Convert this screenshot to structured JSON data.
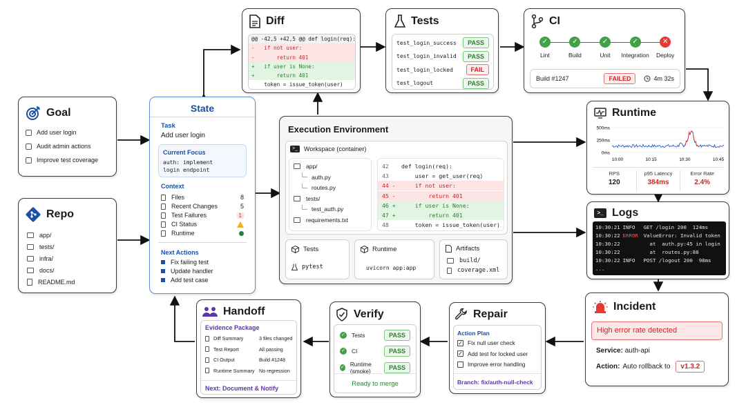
{
  "goal": {
    "title": "Goal",
    "items": [
      "Add user login",
      "Audit admin actions",
      "Improve test coverage"
    ]
  },
  "repo": {
    "title": "Repo",
    "items": [
      "app/",
      "tests/",
      "infra/",
      "docs/",
      "README.md"
    ]
  },
  "state": {
    "title": "State",
    "task_label": "Task",
    "task_value": "Add user login",
    "focus_label": "Current Focus",
    "focus_line1": "auth: implement",
    "focus_line2": "login endpoint",
    "context_label": "Context",
    "context": [
      {
        "label": "Files",
        "value": "8"
      },
      {
        "label": "Recent Changes",
        "value": "5"
      },
      {
        "label": "Test Failures",
        "value": "1"
      },
      {
        "label": "CI Status",
        "value": ""
      },
      {
        "label": "Runtime",
        "value": ""
      }
    ],
    "next_label": "Next Actions",
    "next": [
      "Fix failing test",
      "Update handler",
      "Add test case"
    ]
  },
  "diff": {
    "title": "Diff",
    "lines": [
      {
        "text": "@@ -42,5 +42,5 @@ def login(req):",
        "kind": "ctx"
      },
      {
        "text": "-   if not user:",
        "kind": "del"
      },
      {
        "text": "-       return 401",
        "kind": "del"
      },
      {
        "text": "+   if user is None:",
        "kind": "add"
      },
      {
        "text": "+       return 401",
        "kind": "add"
      },
      {
        "text": "    token = issue_token(user)",
        "kind": "ctx"
      }
    ]
  },
  "tests": {
    "title": "Tests",
    "rows": [
      {
        "name": "test_login_success",
        "status": "PASS"
      },
      {
        "name": "test_login_invalid",
        "status": "PASS"
      },
      {
        "name": "test_login_locked",
        "status": "FAIL"
      },
      {
        "name": "test_logout",
        "status": "PASS"
      }
    ]
  },
  "ci": {
    "title": "CI",
    "stages": [
      {
        "label": "Lint",
        "status": "ok"
      },
      {
        "label": "Build",
        "status": "ok"
      },
      {
        "label": "Unit",
        "status": "ok"
      },
      {
        "label": "Integration",
        "status": "ok"
      },
      {
        "label": "Deploy",
        "status": "fail"
      }
    ],
    "build": "Build #1247",
    "result": "FAILED",
    "duration": "4m 32s"
  },
  "exec": {
    "title": "Execution Environment",
    "workspace": "Workspace (container)",
    "tree": [
      {
        "name": "app/",
        "indent": 0,
        "folder": true
      },
      {
        "name": "auth.py",
        "indent": 1,
        "folder": false
      },
      {
        "name": "routes.py",
        "indent": 1,
        "folder": false
      },
      {
        "name": "tests/",
        "indent": 0,
        "folder": true
      },
      {
        "name": "test_auth.py",
        "indent": 1,
        "folder": false
      },
      {
        "name": "requirements.txt",
        "indent": 0,
        "folder": false
      }
    ],
    "code": [
      {
        "ln": "42",
        "text": "def login(req):",
        "kind": "ctx"
      },
      {
        "ln": "43",
        "text": "    user = get_user(req)",
        "kind": "ctx"
      },
      {
        "ln": "44 -",
        "text": "    if not user:",
        "kind": "del"
      },
      {
        "ln": "45 -",
        "text": "        return 401",
        "kind": "del"
      },
      {
        "ln": "46 +",
        "text": "    if user is None:",
        "kind": "add"
      },
      {
        "ln": "47 +",
        "text": "        return 401",
        "kind": "add"
      },
      {
        "ln": "48",
        "text": "    token = issue_token(user)",
        "kind": "ctx"
      }
    ],
    "tests_label": "Tests",
    "tests_cmd": "pytest",
    "runtime_label": "Runtime",
    "runtime_cmd": "uvicorn app:app",
    "artifacts_label": "Artifacts",
    "artifacts": [
      "build/",
      "coverage.xml"
    ]
  },
  "runtime": {
    "title": "Runtime",
    "y_ticks": [
      "500ms",
      "250ms",
      "0ms"
    ],
    "x_ticks": [
      "10:00",
      "10:15",
      "10:30",
      "10:45"
    ],
    "stats": [
      {
        "label": "RPS",
        "value": "120",
        "color": "#1a1a1a"
      },
      {
        "label": "p95 Latency",
        "value": "384ms",
        "color": "#c62828"
      },
      {
        "label": "Error Rate",
        "value": "2.4%",
        "color": "#c62828"
      }
    ]
  },
  "logs": {
    "title": "Logs",
    "lines": [
      {
        "time": "10:30:21",
        "level": "INFO",
        "msg": "GET /login 200  124ms"
      },
      {
        "time": "10:30:22",
        "level": "ERROR",
        "msg": "ValueError: Invalid token"
      },
      {
        "time": "10:30:22",
        "level": "",
        "msg": "  at  auth.py:45 in login"
      },
      {
        "time": "10:30:22",
        "level": "",
        "msg": "  at  routes.py:88"
      },
      {
        "time": "10:30:22",
        "level": "INFO",
        "msg": "POST /logout 200  98ms"
      },
      {
        "time": "...",
        "level": "",
        "msg": ""
      }
    ]
  },
  "incident": {
    "title": "Incident",
    "alert": "High error rate detected",
    "service_label": "Service:",
    "service_value": "auth-api",
    "action_label": "Action:",
    "action_value": "Auto rollback to",
    "version": "v1.3.2"
  },
  "repair": {
    "title": "Repair",
    "plan_label": "Action Plan",
    "items": [
      {
        "label": "Fix null user check",
        "checked": true
      },
      {
        "label": "Add test for locked user",
        "checked": true
      },
      {
        "label": "Improve error handling",
        "checked": false
      }
    ],
    "branch": "Branch: fix/auth-null-check"
  },
  "verify": {
    "title": "Verify",
    "rows": [
      {
        "label": "Tests",
        "status": "PASS"
      },
      {
        "label": "CI",
        "status": "PASS"
      },
      {
        "label": "Runtime (smoke)",
        "status": "PASS"
      }
    ],
    "ready": "Ready to merge"
  },
  "handoff": {
    "title": "Handoff",
    "package_label": "Evidence Package",
    "rows": [
      {
        "label": "Diff Summary",
        "value": "3 files changed"
      },
      {
        "label": "Test Report",
        "value": "All passing"
      },
      {
        "label": "CI Output",
        "value": "Build #1248"
      },
      {
        "label": "Runtime Summary",
        "value": "No regression"
      }
    ],
    "next": "Next: Document & Notify"
  },
  "colors": {
    "accent_blue": "#1a4fa3",
    "state_border": "#5b8fd9",
    "pass_green": "#2e7d32",
    "fail_red": "#c62828",
    "purple": "#5e35b1",
    "diff_del": "#fde4e4",
    "diff_add": "#e2f4e2"
  }
}
